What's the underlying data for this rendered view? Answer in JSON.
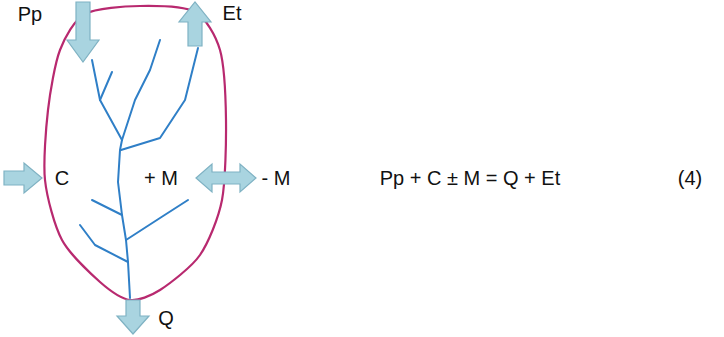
{
  "diagram": {
    "labels": [
      "Pp",
      "Et",
      "C",
      "+ M",
      "- M",
      "Q",
      "Pp + C ± M = Q + Et",
      "(4)"
    ]
  }
}
